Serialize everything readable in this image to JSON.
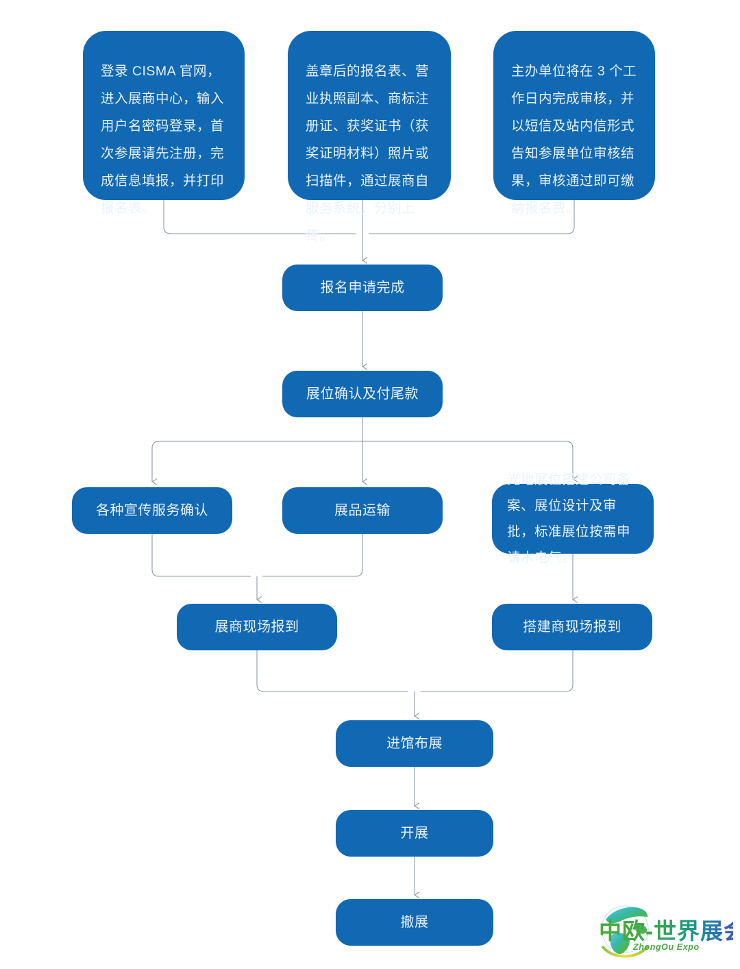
{
  "diagram": {
    "type": "flowchart",
    "orientation": "top-to-bottom",
    "accent_color": "#1168b3",
    "connector_color": "#8c9aa8",
    "text_color": "#e9f2fb",
    "background_color": "#ffffff",
    "nodes": [
      {
        "id": "register",
        "row": 1,
        "shape": "rounded-rectangle",
        "label": "登录 CISMA 官网，进入展商中心，输入用户名密码登录，首次参展请先注册，完成信息填报，并打印报名表。"
      },
      {
        "id": "upload",
        "row": 1,
        "shape": "rounded-rectangle",
        "label": "盖章后的报名表、营业执照副本、商标注册证、获奖证书（获奖证明材料）照片或扫描件，通过展商自服务系统，分别上传。"
      },
      {
        "id": "review",
        "row": 1,
        "shape": "rounded-rectangle",
        "label": "主办单位将在 3 个工作日内完成审核，并以短信及站内信形式告知参展单位审核结果，审核通过即可缴纳报名费。"
      },
      {
        "id": "applied",
        "row": 2,
        "shape": "rounded-rectangle",
        "label": "报名申请完成"
      },
      {
        "id": "booth-pay",
        "row": 3,
        "shape": "rounded-rectangle",
        "label": "展位确认及付尾款"
      },
      {
        "id": "promo",
        "row": 4,
        "shape": "rounded-rectangle",
        "label": "各种宣传服务确认"
      },
      {
        "id": "transport",
        "row": 4,
        "shape": "rounded-rectangle",
        "label": "展品运输"
      },
      {
        "id": "raw-booth",
        "row": 4,
        "shape": "rounded-rectangle",
        "label": "光地展位搭建公司备案、展位设计及审批，标准展位按需申请水电气。"
      },
      {
        "id": "exhibitor-checkin",
        "row": 5,
        "shape": "rounded-rectangle",
        "label": "展商现场报到"
      },
      {
        "id": "contractor-checkin",
        "row": 5,
        "shape": "rounded-rectangle",
        "label": "搭建商现场报到"
      },
      {
        "id": "setup",
        "row": 6,
        "shape": "rounded-rectangle",
        "label": "进馆布展"
      },
      {
        "id": "open",
        "row": 7,
        "shape": "rounded-rectangle",
        "label": "开展"
      },
      {
        "id": "teardown",
        "row": 8,
        "shape": "rounded-rectangle",
        "label": "撤展"
      }
    ],
    "edges": [
      {
        "from": [
          "register",
          "upload",
          "review"
        ],
        "to": "applied",
        "style": "merge"
      },
      {
        "from": [
          "applied"
        ],
        "to": "booth-pay",
        "style": "straight"
      },
      {
        "from": [
          "booth-pay"
        ],
        "to": [
          "promo",
          "transport",
          "raw-booth"
        ],
        "style": "split"
      },
      {
        "from": [
          "promo",
          "transport"
        ],
        "to": "exhibitor-checkin",
        "style": "merge"
      },
      {
        "from": [
          "raw-booth"
        ],
        "to": "contractor-checkin",
        "style": "straight"
      },
      {
        "from": [
          "exhibitor-checkin",
          "contractor-checkin"
        ],
        "to": "setup",
        "style": "merge"
      },
      {
        "from": [
          "setup"
        ],
        "to": "open",
        "style": "straight"
      },
      {
        "from": [
          "open"
        ],
        "to": "teardown",
        "style": "straight"
      }
    ]
  },
  "logo": {
    "name_cn": "中欧-世界展会",
    "name_en": "ZhongOu Expo",
    "colors": {
      "green": "#3faa35",
      "teal": "#13a89e",
      "blue": "#1f63b5",
      "purple": "#5e3f9e"
    }
  }
}
